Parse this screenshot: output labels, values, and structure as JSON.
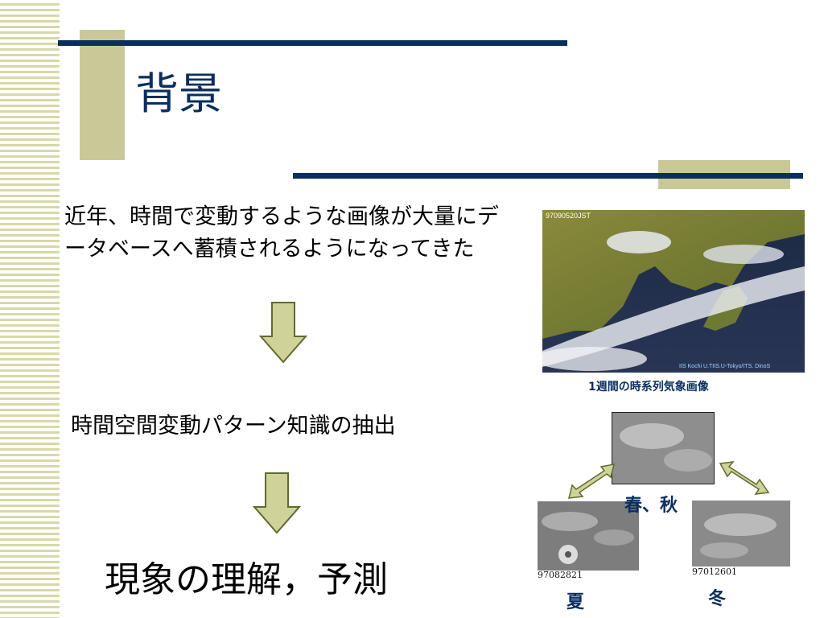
{
  "slide": {
    "title": "背景",
    "paragraph1": "近年、時間で変動するような画像が大量にデータベースへ蓄積されるようになってきた",
    "paragraph2": "時間空間変動パターン知識の抽出",
    "paragraph3": "現象の理解，予測"
  },
  "satellite_image": {
    "timestamp_label": "97090520JST",
    "credit_label": "IIS Kochi U.TIIS.U-Tokyo/ITS. DinoS",
    "caption": "1週間の時系列気象画像"
  },
  "season_images": {
    "spring_autumn_label": "春、秋",
    "summer_label": "夏",
    "winter_label": "冬",
    "summer_code": "97082821",
    "winter_code": "97012601"
  },
  "colors": {
    "accent_navy": "#0b2e5e",
    "accent_khaki": "#c9c998",
    "arrow_fill": "#cfd39a"
  }
}
